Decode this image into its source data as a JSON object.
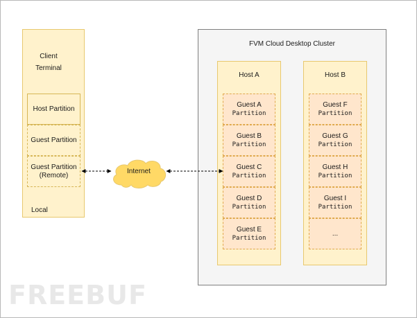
{
  "client": {
    "title_line1": "Client",
    "title_line2": "Terminal",
    "host_partition": "Host Partition",
    "guest_partition": "Guest Partition",
    "guest_remote_line1": "Guest Partition",
    "guest_remote_line2": "(Remote)",
    "local": "Local"
  },
  "internet": "Internet",
  "cluster": {
    "title": "FVM Cloud Desktop Cluster",
    "host_a": {
      "title": "Host A",
      "guests": [
        {
          "l1": "Guest A",
          "l2": "Partition"
        },
        {
          "l1": "Guest B",
          "l2": "Partition"
        },
        {
          "l1": "Guest C",
          "l2": "Partition"
        },
        {
          "l1": "Guest D",
          "l2": "Partition"
        },
        {
          "l1": "Guest E",
          "l2": "Partition"
        }
      ]
    },
    "host_b": {
      "title": "Host B",
      "guests": [
        {
          "l1": "Guest F",
          "l2": "Partition"
        },
        {
          "l1": "Guest G",
          "l2": "Partition"
        },
        {
          "l1": "Guest H",
          "l2": "Partition"
        },
        {
          "l1": "Guest I",
          "l2": "Partition"
        },
        {
          "l1": "...",
          "l2": ""
        }
      ]
    }
  },
  "watermark": "FREEBUF",
  "colors": {
    "host_fill": "#fff2cc",
    "guest_fill": "#ffe6cc",
    "cloud_fill": "#ffd966",
    "cluster_fill": "#f5f5f5"
  }
}
